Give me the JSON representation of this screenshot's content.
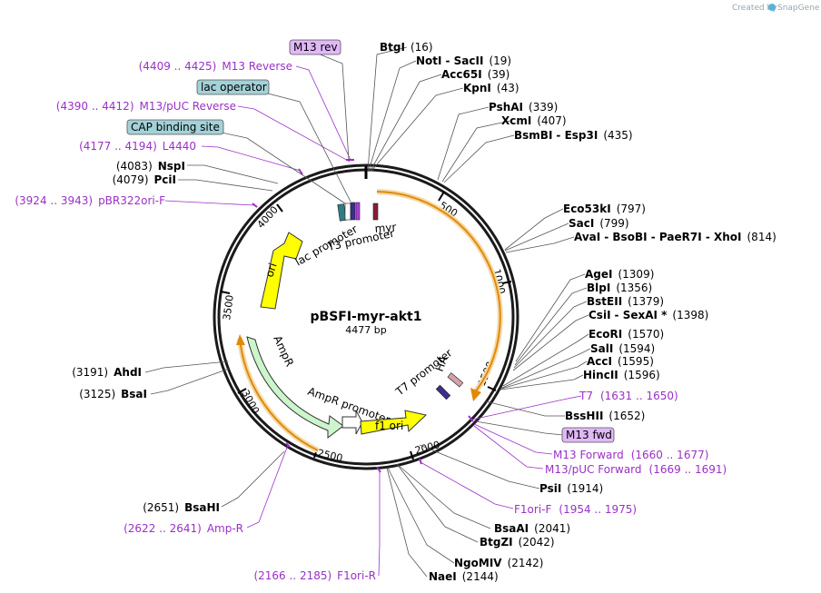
{
  "watermark": {
    "prefix": "Created by",
    "brand": "SnapGene"
  },
  "plasmid": {
    "name": "pBSFI-myr-akt1",
    "length_label": "4477 bp"
  },
  "ticks": [
    "500",
    "1000",
    "1500",
    "2000",
    "2500",
    "3000",
    "3500",
    "4000"
  ],
  "sites": [
    {
      "name": "BtgI",
      "pos": "(16)"
    },
    {
      "name": "NotI",
      "extra": "- SacII",
      "pos": "(19)"
    },
    {
      "name": "Acc65I",
      "pos": "(39)"
    },
    {
      "name": "KpnI",
      "pos": "(43)"
    },
    {
      "name": "PshAI",
      "pos": "(339)"
    },
    {
      "name": "XcmI",
      "pos": "(407)"
    },
    {
      "name": "BsmBI",
      "extra": "- Esp3I",
      "pos": "(435)"
    },
    {
      "name": "Eco53kI",
      "pos": "(797)"
    },
    {
      "name": "SacI",
      "pos": "(799)"
    },
    {
      "name": "AvaI",
      "extra": "- BsoBI - PaeR7I - XhoI",
      "pos": "(814)"
    },
    {
      "name": "AgeI",
      "pos": "(1309)"
    },
    {
      "name": "BlpI",
      "pos": "(1356)"
    },
    {
      "name": "BstEII",
      "pos": "(1379)"
    },
    {
      "name": "CsiI",
      "extra": "- SexAI *",
      "pos": "(1398)"
    },
    {
      "name": "EcoRI",
      "pos": "(1570)"
    },
    {
      "name": "SalI",
      "pos": "(1594)"
    },
    {
      "name": "AccI",
      "pos": "(1595)"
    },
    {
      "name": "HincII",
      "pos": "(1596)"
    },
    {
      "name": "BssHII",
      "pos": "(1652)"
    },
    {
      "name": "PsiI",
      "pos": "(1914)"
    },
    {
      "name": "BsaAI",
      "pos": "(2041)"
    },
    {
      "name": "BtgZI",
      "pos": "(2042)"
    },
    {
      "name": "NgoMIV",
      "pos": "(2142)"
    },
    {
      "name": "NaeI",
      "pos": "(2144)"
    },
    {
      "name": "BsaHI",
      "pos": "(2651)"
    },
    {
      "name": "BsaI",
      "pos": "(3125)"
    },
    {
      "name": "AhdI",
      "pos": "(3191)"
    },
    {
      "name": "PciI",
      "pos": "(4079)"
    },
    {
      "name": "NspI",
      "pos": "(4083)"
    }
  ],
  "primers": [
    {
      "range": "(4409 .. 4425)",
      "name": "M13 Reverse"
    },
    {
      "range": "(4390 .. 4412)",
      "name": "M13/pUC Reverse"
    },
    {
      "range": "(4177 .. 4194)",
      "name": "L4440"
    },
    {
      "range": "(3924 .. 3943)",
      "name": "pBR322ori-F"
    },
    {
      "name": "T7",
      "range": "(1631 .. 1650)"
    },
    {
      "name": "M13 Forward",
      "range": "(1660 .. 1677)"
    },
    {
      "name": "M13/pUC Forward",
      "range": "(1669 .. 1691)"
    },
    {
      "name": "F1ori-F",
      "range": "(1954 .. 1975)"
    },
    {
      "range": "(2622 .. 2641)",
      "name": "Amp-R"
    },
    {
      "range": "(2166 .. 2185)",
      "name": "F1ori-R"
    }
  ],
  "boxed_labels": {
    "m13_rev": "M13 rev",
    "lac_operator": "lac operator",
    "cap_site": "CAP binding site",
    "m13_fwd": "M13 fwd"
  },
  "features": {
    "myr": "myr",
    "lac_promoter": "lac promoter",
    "t3_promoter": "T3 promoter",
    "ori": "ori",
    "ampr": "AmpR",
    "ampr_promoter": "AmpR promoter",
    "f1_ori": "f1 ori",
    "t7_promoter": "T7 promoter",
    "ha": "HA"
  },
  "colors": {
    "primer": "#9b30c8",
    "ori": "#ffff00",
    "ampr": "#ccf5cc",
    "orf": "#f5a623",
    "box_purple": "#e0b8f7",
    "box_teal": "#a3d1d8"
  }
}
